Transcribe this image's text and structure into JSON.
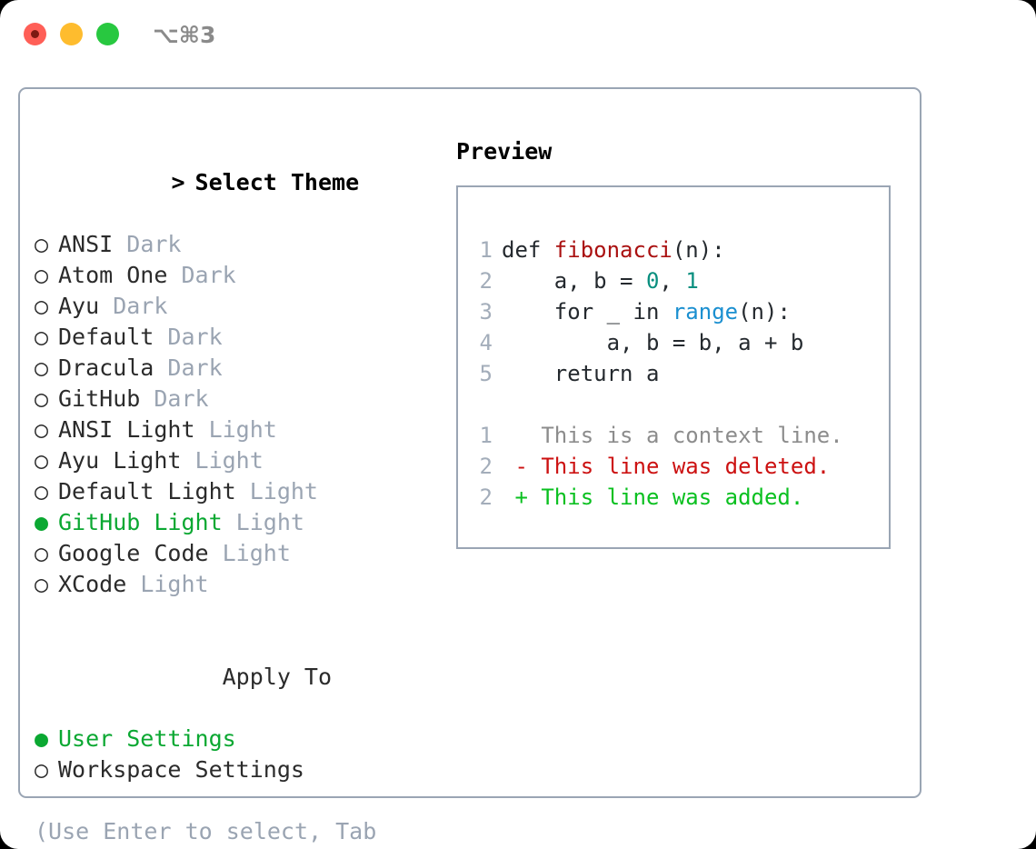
{
  "window": {
    "shortcut_label": "⌥⌘3",
    "traffic_lights": [
      {
        "name": "close",
        "color": "#ff5f57"
      },
      {
        "name": "minimize",
        "color": "#febc2e"
      },
      {
        "name": "zoom",
        "color": "#28c840"
      }
    ]
  },
  "colors": {
    "accent_green": "#0ba832",
    "muted": "#9aa4b2",
    "border": "#9aa5b4",
    "diff_add": "#0ac020",
    "diff_del": "#cc1111",
    "diff_ctx": "#8c8c8c"
  },
  "theme_panel": {
    "heading": "Select Theme",
    "caret": ">",
    "bullet_unselected": "○",
    "bullet_selected": "●",
    "items": [
      {
        "label": "ANSI",
        "variant": "Dark",
        "selected": false
      },
      {
        "label": "Atom One",
        "variant": "Dark",
        "selected": false
      },
      {
        "label": "Ayu",
        "variant": "Dark",
        "selected": false
      },
      {
        "label": "Default",
        "variant": "Dark",
        "selected": false
      },
      {
        "label": "Dracula",
        "variant": "Dark",
        "selected": false
      },
      {
        "label": "GitHub",
        "variant": "Dark",
        "selected": false
      },
      {
        "label": "ANSI Light",
        "variant": "Light",
        "selected": false
      },
      {
        "label": "Ayu Light",
        "variant": "Light",
        "selected": false
      },
      {
        "label": "Default Light",
        "variant": "Light",
        "selected": false
      },
      {
        "label": "GitHub Light",
        "variant": "Light",
        "selected": true
      },
      {
        "label": "Google Code",
        "variant": "Light",
        "selected": false
      },
      {
        "label": "XCode",
        "variant": "Light",
        "selected": false
      }
    ]
  },
  "apply_to": {
    "heading": "Apply To",
    "items": [
      {
        "label": "User Settings",
        "selected": true
      },
      {
        "label": "Workspace Settings",
        "selected": false
      }
    ]
  },
  "hint": "(Use Enter to select, Tab to change focus)",
  "preview": {
    "title": "Preview",
    "code_lines": [
      {
        "num": "1",
        "segments": [
          {
            "t": "def ",
            "c": "plain"
          },
          {
            "t": "fibonacci",
            "c": "fn"
          },
          {
            "t": "(n):",
            "c": "plain"
          }
        ]
      },
      {
        "num": "2",
        "segments": [
          {
            "t": "    a, b = ",
            "c": "plain"
          },
          {
            "t": "0",
            "c": "num"
          },
          {
            "t": ", ",
            "c": "plain"
          },
          {
            "t": "1",
            "c": "num"
          }
        ]
      },
      {
        "num": "3",
        "segments": [
          {
            "t": "    for _ in ",
            "c": "plain"
          },
          {
            "t": "range",
            "c": "call"
          },
          {
            "t": "(n):",
            "c": "plain"
          }
        ]
      },
      {
        "num": "4",
        "segments": [
          {
            "t": "        a, b = b, a + b",
            "c": "plain"
          }
        ]
      },
      {
        "num": "5",
        "segments": [
          {
            "t": "    return a",
            "c": "plain"
          }
        ]
      }
    ],
    "diff_lines": [
      {
        "num": "1",
        "marker": " ",
        "text": " This is a context line.",
        "kind": "ctx"
      },
      {
        "num": "2",
        "marker": "-",
        "text": " This line was deleted.",
        "kind": "del"
      },
      {
        "num": "2",
        "marker": "+",
        "text": " This line was added.",
        "kind": "add"
      }
    ]
  }
}
